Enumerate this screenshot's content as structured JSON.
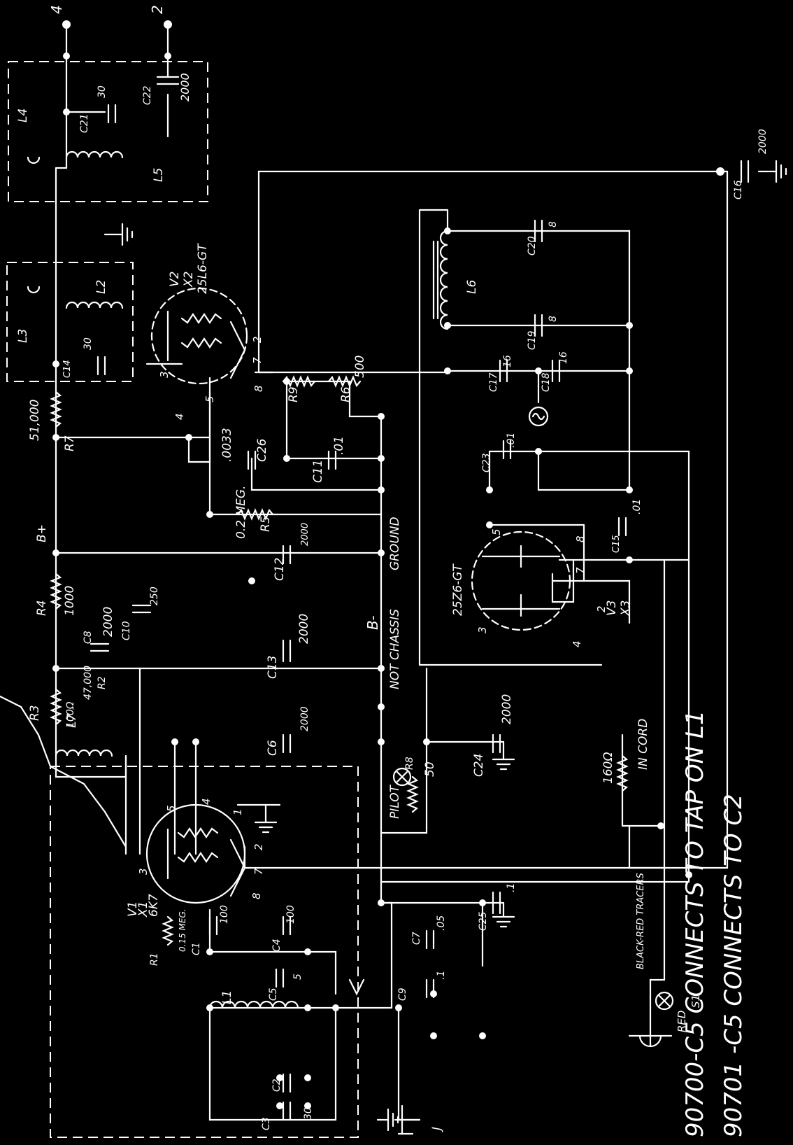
{
  "notes": {
    "line1": "90700-C5 CONNECTS TO TAP ON L1",
    "line2": "90701 -C5 CONNECTS TO C2"
  },
  "tubes": {
    "v1": {
      "ref": "V1",
      "alt": "X1",
      "type": "6K7"
    },
    "v2": {
      "ref": "V2",
      "alt": "X2",
      "type": "25L6-GT"
    },
    "v3": {
      "ref": "V3",
      "alt": "X3",
      "type": "25Z6-GT"
    }
  },
  "labels": {
    "bplus": "B+",
    "bminus": "B-",
    "not_chassis": "NOT CHASSIS",
    "ground": "GROUND",
    "pilot": "PILOT",
    "in_cord": "IN CORD",
    "r_cord": "160Ω",
    "tracers": "BLACK-RED TRACERS",
    "red": "RED",
    "s1": "S1",
    "j": "J",
    "term4": "4",
    "term2": "2"
  },
  "components": {
    "r7": {
      "ref": "R7",
      "value": "51,000"
    },
    "r4": {
      "ref": "R4",
      "value": "1000"
    },
    "r3": {
      "ref": "R3",
      "value": "100Ω"
    },
    "r2": {
      "ref": "R2",
      "value": "47,000"
    },
    "r5": {
      "ref": "R5",
      "value": "0.2 MEG."
    },
    "r9": {
      "ref": "R9",
      "value": ""
    },
    "r6": {
      "ref": "R6",
      "value": "500"
    },
    "r8": {
      "ref": "R8",
      "value": "50"
    },
    "r1": {
      "ref": "R1",
      "value": "0.15 MEG."
    },
    "c26": {
      "ref": "C26",
      "value": ".0033"
    },
    "c11": {
      "ref": "C11",
      "value": ".01"
    },
    "c12": {
      "ref": "C12",
      "value": "2000"
    },
    "c13": {
      "ref": "C13",
      "value": "2000"
    },
    "c10": {
      "ref": "C10",
      "value": "250"
    },
    "c8": {
      "ref": "C8",
      "value": "2000"
    },
    "c6": {
      "ref": "C6",
      "value": "2000"
    },
    "c24": {
      "ref": "C24",
      "value": "2000"
    },
    "c23": {
      "ref": "C23",
      "value": ".01"
    },
    "c15": {
      "ref": "C15",
      "value": ".01"
    },
    "c16": {
      "ref": "C16",
      "value": "2000"
    },
    "c17": {
      "ref": "C17",
      "value": "16"
    },
    "c18": {
      "ref": "C18",
      "value": "16"
    },
    "c19": {
      "ref": "C19",
      "value": "8"
    },
    "c20": {
      "ref": "C20",
      "value": "8"
    },
    "c21": {
      "ref": "C21",
      "value": "30"
    },
    "c22": {
      "ref": "C22",
      "value": "2000"
    },
    "c14": {
      "ref": "C14",
      "value": "30"
    },
    "c25": {
      "ref": "C25",
      "value": ".1"
    },
    "c7": {
      "ref": "C7",
      "value": ".05"
    },
    "c9": {
      "ref": "C9",
      "value": ".1"
    },
    "c1": {
      "ref": "C1",
      "value": "100"
    },
    "c4": {
      "ref": "C4",
      "value": "100"
    },
    "c5": {
      "ref": "C5",
      "value": "5"
    },
    "c2": {
      "ref": "C2",
      "value": ""
    },
    "c3": {
      "ref": "C3",
      "value": "30"
    },
    "l1": {
      "ref": "L1"
    },
    "l2": {
      "ref": "L2"
    },
    "l3": {
      "ref": "L3"
    },
    "l4": {
      "ref": "L4"
    },
    "l5": {
      "ref": "L5"
    },
    "l6": {
      "ref": "L6"
    },
    "l7": {
      "ref": "L7"
    }
  },
  "pins": {
    "v1": [
      "3",
      "5",
      "4",
      "1",
      "2",
      "7",
      "8"
    ],
    "v2": [
      "3",
      "4",
      "5",
      "8",
      "7",
      "2"
    ],
    "v3": [
      "3",
      "5",
      "8",
      "7",
      "2",
      "4"
    ]
  }
}
